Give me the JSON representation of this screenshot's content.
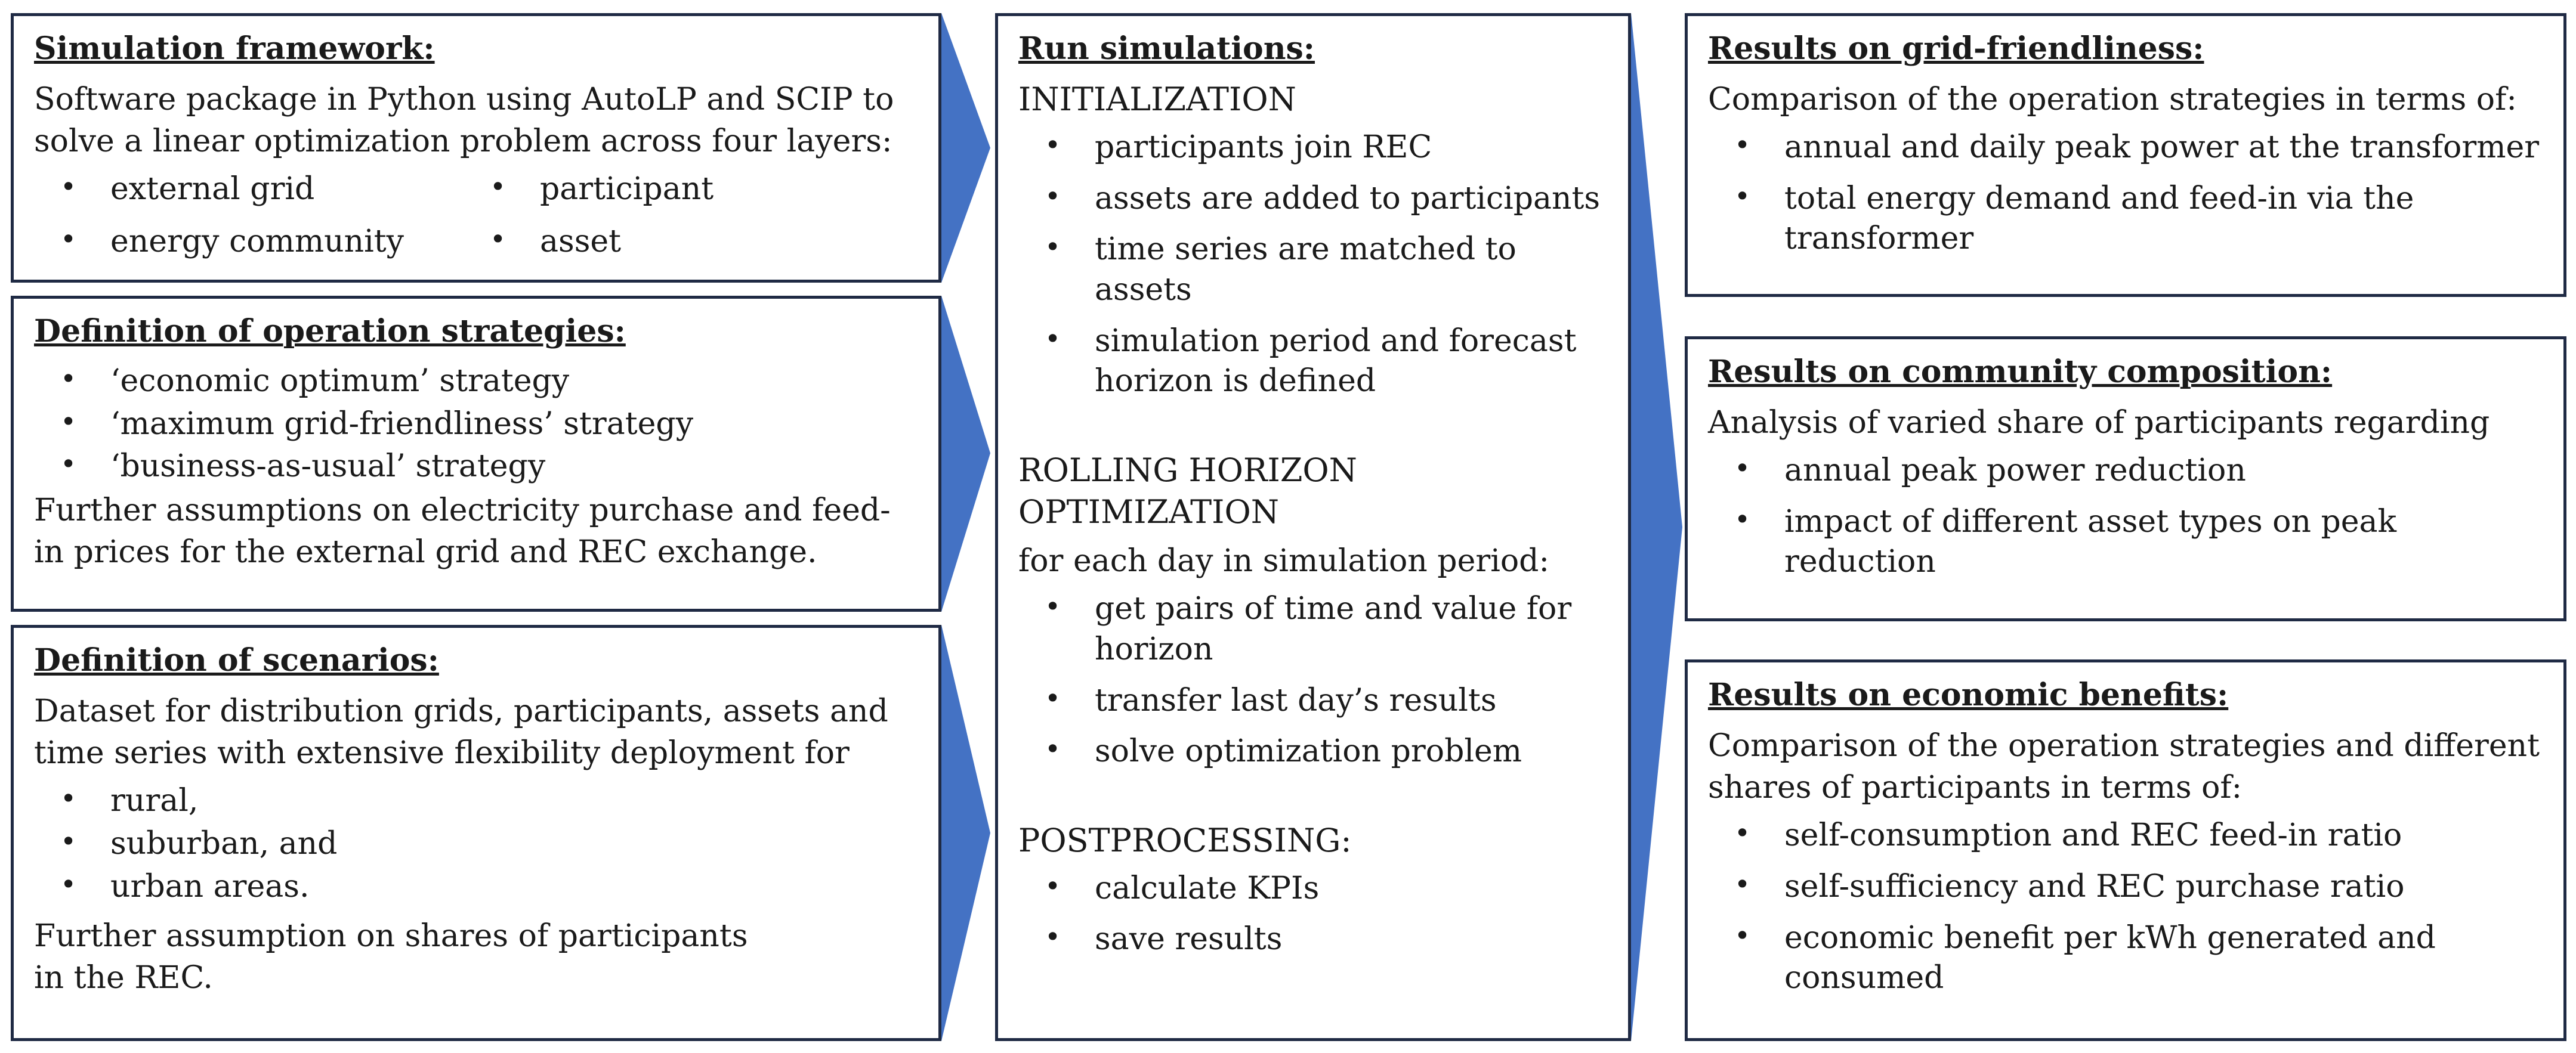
{
  "framework": {
    "heading": "Simulation framework:",
    "text": "Software package in Python using AutoLP and SCIP to solve a linear optimization problem across four layers:",
    "layers": [
      "external grid",
      "participant",
      "energy community",
      "asset"
    ]
  },
  "strategies": {
    "heading": "Definition of operation strategies:",
    "items": [
      "‘economic optimum’ strategy",
      "‘maximum grid-friendliness’ strategy",
      "‘business-as-usual’ strategy"
    ],
    "note": "Further assumptions on electricity purchase and feed-in prices for the external grid and REC exchange."
  },
  "scenarios": {
    "heading": "Definition of scenarios:",
    "text": "Dataset for distribution grids, participants, assets and time series with extensive flexibility deployment for",
    "items": [
      "rural,",
      "suburban, and",
      "urban areas."
    ],
    "note": "Further assumption on shares of participants in the REC."
  },
  "run": {
    "heading": "Run simulations:",
    "init_title": "INITIALIZATION",
    "init_items": [
      "participants join REC",
      "assets are added to participants",
      "time series are matched to assets",
      "simulation period and forecast horizon is defined"
    ],
    "rolling_title": "ROLLING HORIZON OPTIMIZATION",
    "rolling_text": "for each day in simulation period:",
    "rolling_items": [
      "get pairs of time and value for horizon",
      "transfer last day’s results",
      "solve optimization problem"
    ],
    "post_title": "POSTPROCESSING:",
    "post_items": [
      "calculate KPIs",
      "save results"
    ]
  },
  "grid": {
    "heading": "Results on grid-friendliness:",
    "text": "Comparison of the operation strategies in terms of:",
    "items": [
      "annual and daily peak power at the transformer",
      "total energy demand and feed-in via the transformer"
    ]
  },
  "community": {
    "heading": "Results on community composition:",
    "text": "Analysis of varied share of participants regarding",
    "items": [
      "annual peak power reduction",
      "impact of different asset types on peak reduction"
    ]
  },
  "economic": {
    "heading": "Results on economic benefits:",
    "text": "Comparison of the operation strategies and different shares of participants in terms of:",
    "items": [
      "self-consumption and REC feed-in ratio",
      "self-sufficiency and REC purchase ratio",
      "economic benefit per kWh generated and consumed"
    ]
  },
  "colors": {
    "arrow": "#4472c4",
    "border": "#1f2a44"
  }
}
